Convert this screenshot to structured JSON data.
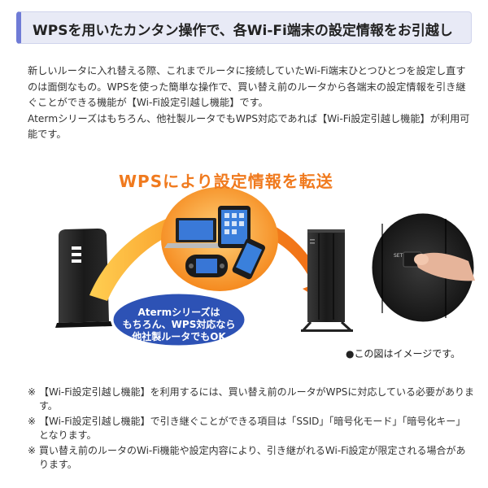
{
  "header": {
    "title": "WPSを用いたカンタン操作で、各Wi-Fi端末の設定情報をお引越し"
  },
  "intro": {
    "paragraphs": [
      "新しいルータに入れ替える際、これまでルータに接続していたWi-Fi端末ひとつひとつを設定し直すのは面倒なもの。WPSを使った簡単な操作で、買い替え前のルータから各端末の設定情報を引き継ぐことができる機能が【Wi-Fi設定引越し機能】です。",
      "Atermシリーズはもちろん、他社製ルータでもWPS対応であれば【Wi-Fi設定引越し機能】が利用可能です。"
    ]
  },
  "figure": {
    "headline": "WPSにより設定情報を転送",
    "bubble_lines": [
      "Atermシリーズは",
      "もちろん、WPS対応なら",
      "他社製ルータでもOK"
    ],
    "caption": "●この図はイメージです。",
    "button_label": "SET",
    "colors": {
      "orange": "#f07a1e",
      "blue": "#2d52b5",
      "router": "#1d1d1d"
    }
  },
  "notes": {
    "mark": "※",
    "items": [
      "【Wi-Fi設定引越し機能】を利用するには、買い替え前のルータがWPSに対応している必要があります。",
      "【Wi-Fi設定引越し機能】で引き継ぐことができる項目は「SSID」「暗号化モード」「暗号化キー」となります。",
      "買い替え前のルータのWi-Fi機能や設定内容により、引き継がれるWi-Fi設定が限定される場合があります。"
    ]
  }
}
